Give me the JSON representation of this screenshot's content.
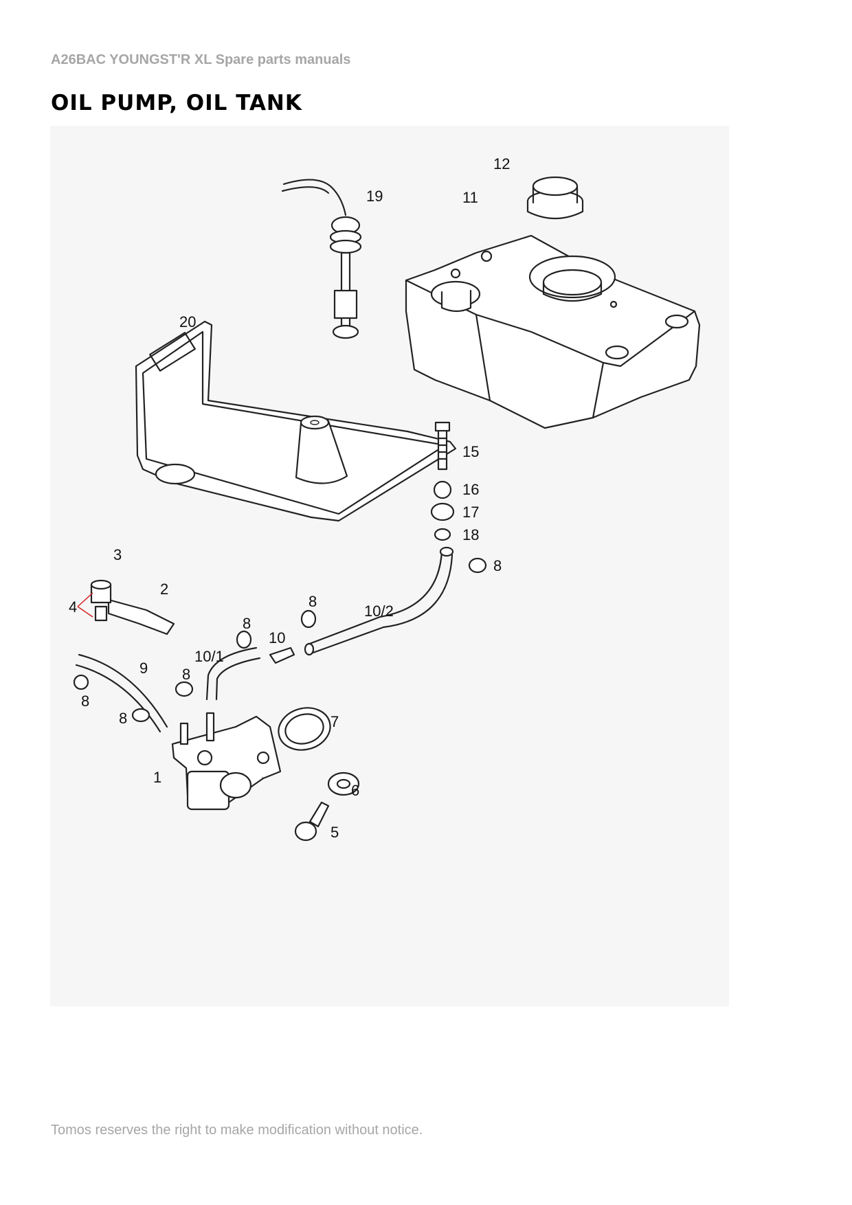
{
  "header": {
    "manual_title": "A26BAC YOUNGST'R XL  Spare parts manuals"
  },
  "page": {
    "title": "OIL PUMP, OIL TANK"
  },
  "diagram": {
    "callouts": [
      {
        "id": "c1",
        "text": "1"
      },
      {
        "id": "c2",
        "text": "2"
      },
      {
        "id": "c3",
        "text": "3"
      },
      {
        "id": "c4",
        "text": "4"
      },
      {
        "id": "c5",
        "text": "5"
      },
      {
        "id": "c6",
        "text": "6"
      },
      {
        "id": "c7",
        "text": "7"
      },
      {
        "id": "c8a",
        "text": "8"
      },
      {
        "id": "c8b",
        "text": "8"
      },
      {
        "id": "c8c",
        "text": "8"
      },
      {
        "id": "c8d",
        "text": "8"
      },
      {
        "id": "c8e",
        "text": "8"
      },
      {
        "id": "c8f",
        "text": "8"
      },
      {
        "id": "c9",
        "text": "9"
      },
      {
        "id": "c10",
        "text": "10"
      },
      {
        "id": "c10_1",
        "text": "10/1"
      },
      {
        "id": "c10_2",
        "text": "10/2"
      },
      {
        "id": "c11",
        "text": "11"
      },
      {
        "id": "c12",
        "text": "12"
      },
      {
        "id": "c15",
        "text": "15"
      },
      {
        "id": "c16",
        "text": "16"
      },
      {
        "id": "c17",
        "text": "17"
      },
      {
        "id": "c18",
        "text": "18"
      },
      {
        "id": "c19",
        "text": "19"
      },
      {
        "id": "c20",
        "text": "20"
      }
    ],
    "leader_color": "#d42020"
  },
  "footer": {
    "notice": "Tomos reserves the right to make modification without notice."
  }
}
